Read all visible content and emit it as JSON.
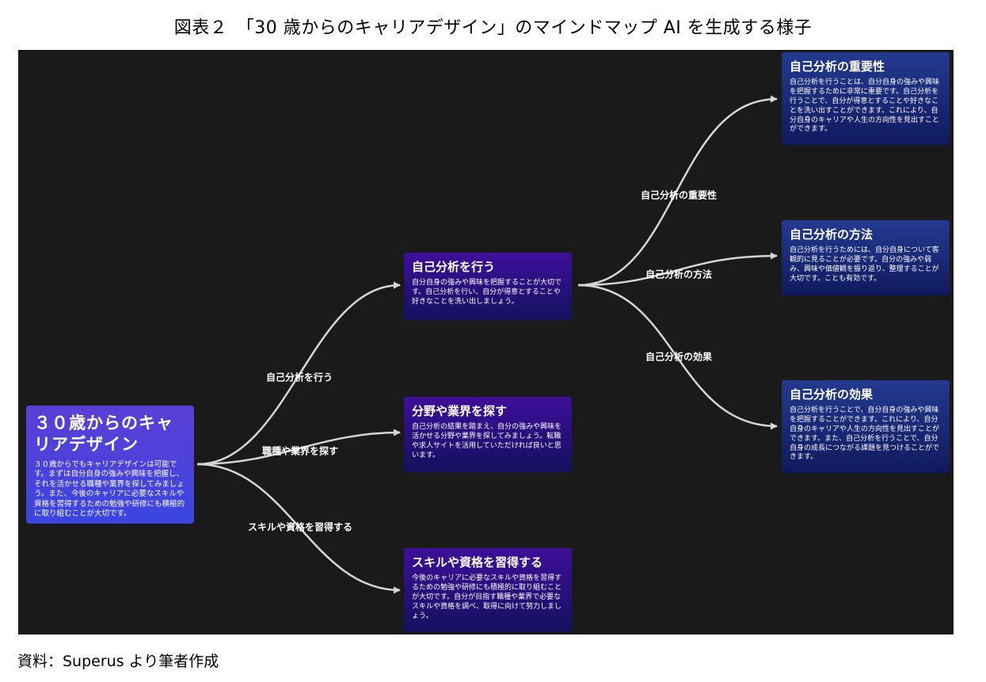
{
  "figure_title": "図表２　「30 歳からのキャリアデザイン」のマインドマップ AI を生成する様子",
  "source": "資料：Superus より筆者作成",
  "root": {
    "title": "３０歳からのキャリアデザイン",
    "text": "３０歳からでもキャリアデザインは可能です。まずは自分自身の強みや興味を把握し、それを活かせる職種や業界を探してみましょう。また、今後のキャリアに必要なスキルや資格を習得するための勉強や研修にも積極的に取り組むことが大切です。"
  },
  "branches": [
    {
      "edge_label": "自己分析を行う",
      "title": "自己分析を行う",
      "text": "自分自身の強みや興味を把握することが大切です。自己分析を行い、自分が得意とすることや好きなことを洗い出しましょう。"
    },
    {
      "edge_label": "職種や業界を探す",
      "title": "分野や業界を探す",
      "text": "自己分析の結果を踏まえ、自分の強みや興味を活かせる分野や業界を探してみましょう。転職や求人サイトを活用していただければ良いと思います。"
    },
    {
      "edge_label": "スキルや資格を習得する",
      "title": "スキルや資格を習得する",
      "text": "今後のキャリアに必要なスキルや資格を習得するための勉強や研修にも積極的に取り組むことが大切です。自分が目指す職種や業界で必要なスキルや資格を調べ、取得に向けて努力しましょう。"
    }
  ],
  "sub_branches": [
    {
      "edge_label": "自己分析の重要性",
      "title": "自己分析の重要性",
      "text": "自己分析を行うことは、自分自身の強みや興味を把握するために非常に重要です。自己分析を行うことで、自分が得意とすることや好きなことを洗い出すことができます。これにより、自分自身のキャリアや人生の方向性を見出すことができます。"
    },
    {
      "edge_label": "自己分析の方法",
      "title": "自己分析の方法",
      "text": "自己分析を行うためには、自分自身について客観的に見ることが必要です。自分の強みや弱み、興味や価値観を振り返り、整理することが大切です。ことも有効です。"
    },
    {
      "edge_label": "自己分析の効果",
      "title": "自己分析の効果",
      "text": "自己分析を行うことで、自分自身の強みや興味を把握することができます。これにより、自分自身のキャリアや人生の方向性を見出すことができます。また、自己分析を行うことで、自分自身の成長につながる課題を見つけることができます。"
    }
  ],
  "colors": {
    "canvas_bg": "#1a1a1a",
    "root_gradient": [
      "#5b3fd6",
      "#3a46e0"
    ],
    "level1_gradient": [
      "#3d0f9a",
      "#14105e"
    ],
    "level2_gradient": [
      "#233a8f",
      "#101a5e"
    ],
    "link": "#d6d6d6"
  }
}
